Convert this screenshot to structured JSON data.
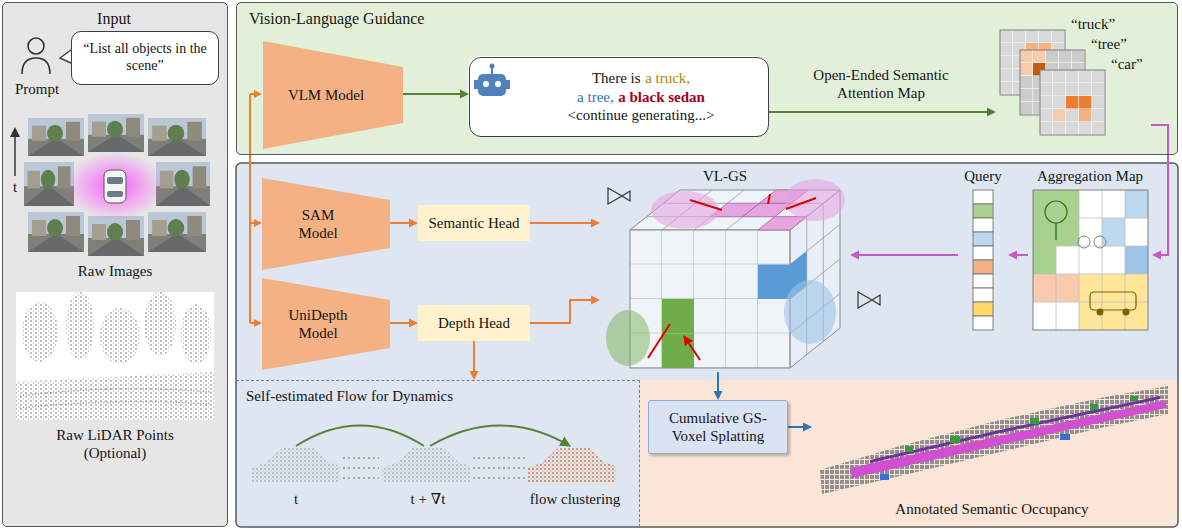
{
  "diagram": {
    "nodes": [
      {
        "text": [
          "Input"
        ]
      },
      {
        "text": [
          "“List all objects in the scene”"
        ],
        "in": 0
      },
      {
        "text": [
          "Vision-Language Guidance"
        ]
      },
      {
        "text": [
          "VLM Model"
        ],
        "in": 2
      },
      {
        "text": [
          "There is",
          "a truck,",
          "a tree,",
          "a black sedan",
          "<continue generating...>"
        ],
        "in": 2
      },
      {
        "text": [
          "“truck”",
          "“tree”",
          "“car”"
        ],
        "in": 2
      },
      {
        "text": [
          "SAM Model"
        ]
      },
      {
        "text": [
          "Semantic Head"
        ]
      },
      {
        "text": [
          "UniDepth Model"
        ]
      },
      {
        "text": [
          "Depth Head"
        ]
      },
      {
        "text": [
          "Self-estimated Flow for Dynamics"
        ]
      },
      {
        "text": [
          "VL-GS"
        ]
      },
      {
        "text": [
          "Query"
        ]
      },
      {
        "text": [
          "Aggregation Map"
        ]
      },
      {
        "text": [
          "Cumulative GS-Voxel Splatting"
        ]
      },
      {
        "text": [
          "Annotated Semantic Occupancy"
        ]
      }
    ],
    "edges": [
      {
        "from": 3,
        "to": 4,
        "arrow": "to"
      },
      {
        "from": 4,
        "to": 5,
        "label": "Open-Ended Semantic Attention Map",
        "arrow": "to"
      },
      {
        "from": 5,
        "to": 13,
        "arrow": "to"
      },
      {
        "from": 13,
        "to": 12,
        "arrow": "to"
      },
      {
        "from": 12,
        "to": 11,
        "arrow": "to"
      },
      {
        "from": 6,
        "to": 7,
        "arrow": "to"
      },
      {
        "from": 8,
        "to": 9,
        "arrow": "to"
      },
      {
        "from": 7,
        "to": 11,
        "arrow": "to"
      },
      {
        "from": 9,
        "to": 11,
        "arrow": "to"
      },
      {
        "from": 9,
        "to": 10,
        "arrow": "to"
      },
      {
        "from": 11,
        "to": 14,
        "arrow": "to"
      },
      {
        "from": 14,
        "to": 15,
        "arrow": "to"
      }
    ],
    "labels": [
      "Prompt",
      "t",
      "Raw Images",
      "Raw LiDAR Points (Optional)",
      "t",
      "t + ∇t",
      "flow clustering"
    ]
  }
}
